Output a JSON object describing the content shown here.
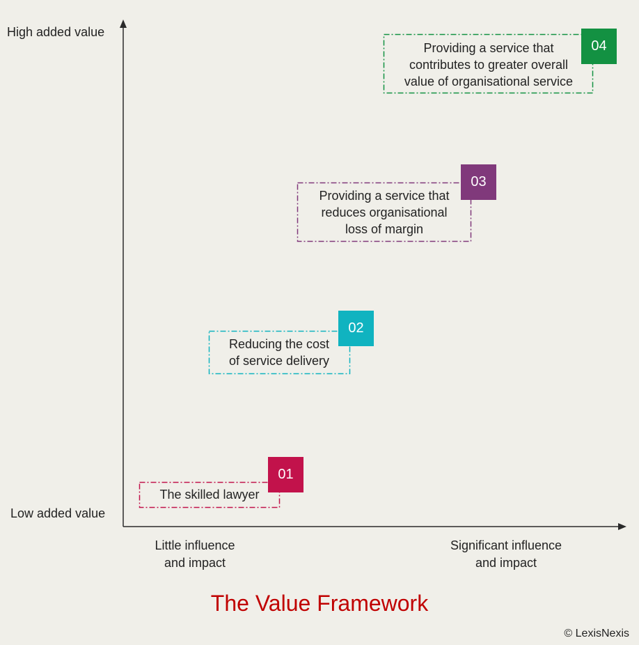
{
  "diagram": {
    "title": "The Value Framework",
    "copyright": "© LexisNexis",
    "y_axis": {
      "high_label": "High added value",
      "low_label": "Low added value"
    },
    "x_axis": {
      "left_label": "Little influence\nand impact",
      "right_label": "Significant influence\nand impact"
    },
    "stages": [
      {
        "number": "01",
        "text": "The skilled lawyer",
        "color": "#c2124b"
      },
      {
        "number": "02",
        "text": "Reducing the cost\nof service delivery",
        "color": "#10b3c0"
      },
      {
        "number": "03",
        "text": "Providing a service that\nreduces organisational\nloss of margin",
        "color": "#80397b"
      },
      {
        "number": "04",
        "text": "Providing a service that\ncontributes to greater overall\nvalue of organisational service",
        "color": "#139142"
      }
    ]
  }
}
